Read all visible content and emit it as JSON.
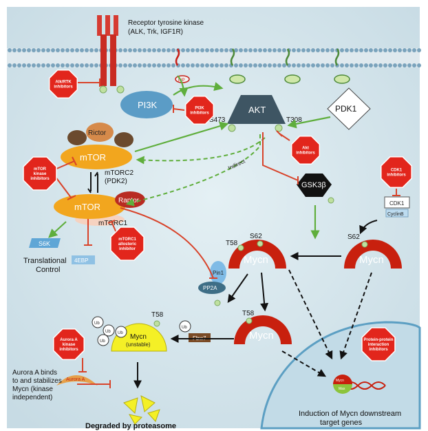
{
  "colors": {
    "background": "#d7e7ee",
    "inhibitor": "#e2261c",
    "activation_arrow": "#5fae3c",
    "inhibition_line": "#d8432a",
    "mycn": "#c8200e",
    "akt": "#3e5563",
    "pi3k": "#5b9cc6",
    "mtor": "#f2a61e",
    "unstable_mycn": "#f4f026"
  },
  "receptor": {
    "title": "Receptor tyrosine kinase",
    "subtitle": "(ALK, Trk, IGF1R)"
  },
  "nodes": {
    "pi3k": "PI3K",
    "akt": "AKT",
    "pdk1": "PDK1",
    "rictor": "Rictor",
    "mtorc2_mtor": "mTOR",
    "mtorc2": "mTORC2",
    "pdk2": "(PDK2)",
    "raptor": "Raptor",
    "mtorc1_mtor": "mTOR",
    "mtorc1": "mTORC1",
    "gsk3b": "GSK3β",
    "cdk1": "CDK1",
    "cyclinb": "CyclinB",
    "mycn_phos": "Mycn",
    "mycn_right": "Mycn",
    "mycn_t58": "Mycn",
    "mycn_unstable": "Mycn",
    "mycn_unstable_sub": "(unstable)",
    "pin1": "Pin1",
    "pp2a": "PP2A",
    "s6k": "S6K",
    "fourebp": "4EBP",
    "fbw7": "Fbw7",
    "aurora_a": "Aurora A",
    "ub": "Ub",
    "pip3": "PIP",
    "phospho": "P",
    "nucleus_mycn": "Mycn",
    "nucleus_max": "Max"
  },
  "site_labels": {
    "s473": "S473",
    "t308": "T308",
    "s62_left": "S62",
    "t58_left": "T58",
    "s62_right": "S62",
    "t58_mid": "T58",
    "t58_ub": "T58",
    "indirect": "Indirect"
  },
  "inhibitors": {
    "alk": [
      "Alk/RTK",
      "inhibitors"
    ],
    "pi3k": [
      "PI3K",
      "inhibitors"
    ],
    "akt": [
      "Akt",
      "inhibitors"
    ],
    "cdk1": [
      "CDK1",
      "inhibitors"
    ],
    "mtor_kinase": [
      "mTOR",
      "kinase",
      "inhibitors"
    ],
    "mtorc1_allosteric": [
      "mTORC1",
      "allosteric",
      "inhibitor"
    ],
    "aurora": [
      "Aurora A",
      "kinase",
      "inhibitors"
    ],
    "ppi": [
      "Protein-protein",
      "interaction",
      "inhibitors"
    ]
  },
  "captions": {
    "translational": [
      "Translational",
      "Control"
    ],
    "aurora_binding": [
      "Aurora A binds",
      "to and stabilizes",
      "Mycn  (kinase",
      "independent)"
    ],
    "degraded": "Degraded by proteasome",
    "induction": [
      "Induction of Mycn downstream",
      "target genes"
    ]
  }
}
